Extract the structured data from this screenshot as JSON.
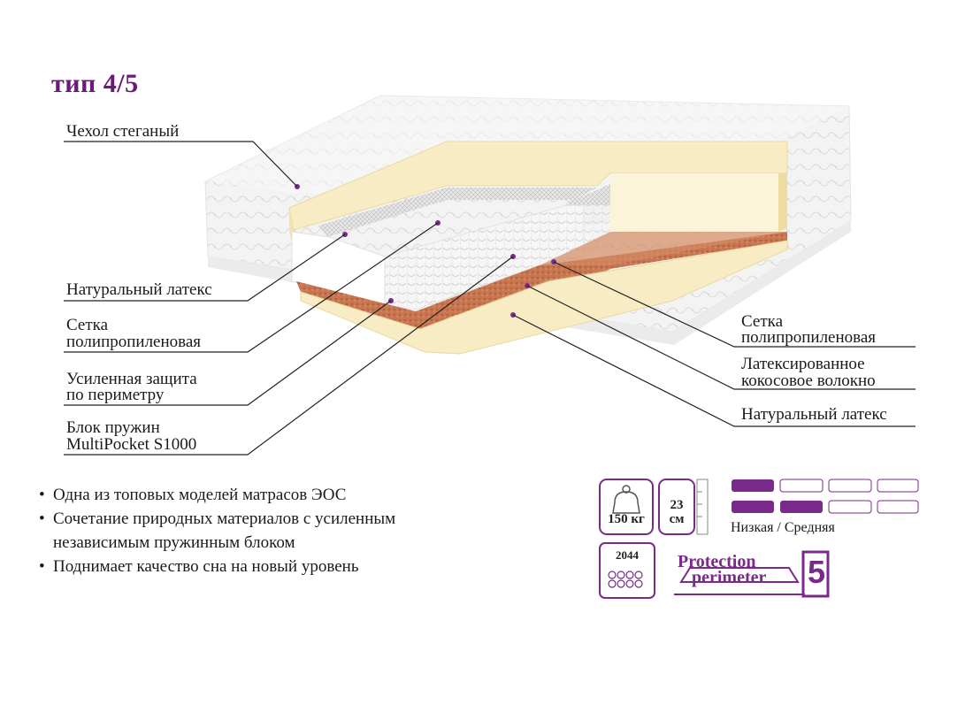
{
  "title": "тип 4/5",
  "labels_left": {
    "cover": "Чехол стеганый",
    "latex": "Натуральный латекс",
    "mesh_1": "Сетка",
    "mesh_2": "полипропиленовая",
    "perim_1": "Усиленная защита",
    "perim_2": "по периметру",
    "spring_1": "Блок пружин",
    "spring_2": "MultiPocket S1000"
  },
  "labels_right": {
    "mesh_1": "Сетка",
    "mesh_2": "полипропиленовая",
    "coco_1": "Латексированное",
    "coco_2": "кокосовое волокно",
    "latex": "Натуральный латекс"
  },
  "bullets": [
    "Одна из топовых моделей матрасов ЭОС",
    "Сочетание природных материалов с усиленным",
    "независимым пружинным блоком",
    "Поднимает качество сна на новый уровень"
  ],
  "specs": {
    "load": "150 кг",
    "height_value": "23",
    "height_unit": "см",
    "firmness_label": "Низкая / Средняя",
    "firmness_row1_filled": 1,
    "firmness_row2_filled": 2,
    "firmness_total": 4,
    "springs_count": "2044",
    "protection_line1": "Protection",
    "protection_line2": "perimeter",
    "zones": "5"
  },
  "colors": {
    "accent": "#7a2a8a",
    "latex": "#f7ecc4",
    "coconut": "#c9744a"
  },
  "icons": [
    "weight-icon",
    "height-ruler-icon",
    "springs-icon",
    "protection-perimeter-icon",
    "zones-5-icon"
  ]
}
